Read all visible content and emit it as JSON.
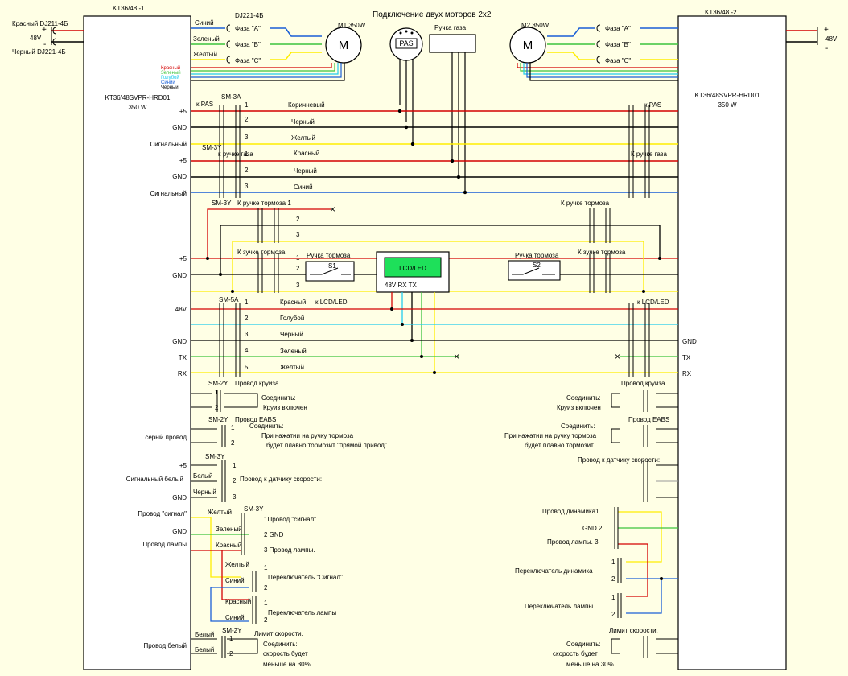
{
  "title": "Подключение двух моторов  2х2",
  "colors": {
    "background": "#ffffe5",
    "red": "#d40000",
    "blue": "#1a5fd6",
    "green": "#3cc43c",
    "yellow": "#ffee00",
    "black": "#000000",
    "cyan": "#22ccee",
    "brown": "#7a3b10",
    "lcd": "#1ee05a",
    "gray": "#999999"
  },
  "controller1": {
    "tag": "KT36/48 -1",
    "model": "KT36/48SVPR-HRD01",
    "power": "350 W"
  },
  "controller2": {
    "tag": "KT36/48 -2",
    "model": "KT36/48SVPR-HRD01",
    "power": "350 W"
  },
  "battery1": {
    "plus_label": "Красный DJ211-4Б",
    "volt": "48V",
    "minus_label": "Черный DJ221-4Б",
    "plus": "+",
    "minus": "-"
  },
  "battery2": {
    "plus": "+",
    "volt": "48V",
    "minus": "-"
  },
  "motor1": {
    "label": "M1  350W",
    "symbol": "M",
    "connector": "DJ221-4Б",
    "wires": [
      "Синий",
      "Зеленый",
      "Желтый"
    ],
    "phases": [
      "Фаза \"А\"",
      "Фаза \"В\"",
      "Фаза \"С\""
    ],
    "sensor_legend": [
      "Красный",
      "Зеленый",
      "Голубой",
      "Синий",
      "Черный"
    ]
  },
  "motor2": {
    "label": "M2   350W",
    "symbol": "M",
    "phases": [
      "Фаза \"А\"",
      "Фаза \"В\"",
      "Фаза \"С\""
    ]
  },
  "pas": {
    "label": "PAS"
  },
  "throttle": {
    "label": "Ручка  газа"
  },
  "lcd": {
    "label": "LCD/LED",
    "pins": "48V       RX  TX"
  },
  "left_pins": {
    "p5a": "+5",
    "gnd1": "GND",
    "sig1": "Сигнальный",
    "p5b": "+5",
    "gnd2": "GND",
    "sig2": "Сигнальный",
    "p5c": "+5",
    "gnd3": "GND",
    "v48": "48V",
    "gnd4": "GND",
    "tx": "TX",
    "rx": "RX",
    "gray": "серый провод",
    "p5d": "+5",
    "sig_white": "Сигнальный  белый",
    "gnd5": "GND",
    "horn": "Провод \"сигнал\"",
    "gnd6": "GND",
    "lamp": "Провод лампы",
    "white": "Провод белый"
  },
  "right_pins": {
    "gnd": "GND",
    "tx": "TX",
    "rx": "RX"
  },
  "connectors": {
    "sm3a": "SM-3A",
    "sm3y_a": "SM-3Y",
    "sm3y_b": "SM-3Y",
    "sm5a": "SM-5A",
    "sm2y_a": "SM-2Y",
    "sm2y_b": "SM-2Y",
    "sm3y_c": "SM-3Y",
    "sm3y_d": "SM-3Y",
    "sm2y_c": "SM-2Y"
  },
  "pas_group": {
    "left_title": "к PAS",
    "right_title": "к PAS",
    "n1": "1",
    "n2": "2",
    "n3": "3",
    "w1": "Коричневый",
    "w2": "Черный",
    "w3": "Желтый"
  },
  "throttle_group": {
    "left_title": "к ручке газа",
    "right_title": "К ручке газа",
    "n1": "1",
    "n2": "2",
    "n3": "3",
    "w1": "Красный",
    "w2": "Черный",
    "w3": "Синий"
  },
  "brake1": {
    "left_title": "К ручке тормоза 1",
    "right_title": "К ручке тормоза",
    "n2": "2",
    "n3": "3"
  },
  "brake2": {
    "left_title": "К зучке тормоза",
    "right_title": "К зучке тормоза",
    "n1": "1",
    "n2": "2",
    "n3": "3",
    "lever_left": "Ручка тормоза",
    "lever_right": "Ручка тормоза",
    "s1": "S1",
    "s2": "S2"
  },
  "lcd_group": {
    "left_title": "к LCD/LED",
    "right_title": "к LCD/LED",
    "n1": "1",
    "n2": "2",
    "n3": "3",
    "n4": "4",
    "n5": "5",
    "w1": "Красный",
    "w2": "Голубой",
    "w3": "Черный",
    "w4": "Зеленый",
    "w5": "Желтый"
  },
  "cruise": {
    "left_title": "Провод круиза",
    "right_title": "Провод круиза",
    "n1": "1",
    "n2": "2",
    "note_l1": "Соединить:",
    "note_l2": "Круиз включен",
    "note_r1": "Соединить:",
    "note_r2": "Круиз включен"
  },
  "eabs": {
    "left_title": "Провод EABS",
    "right_title": "Провод EABS",
    "n1": "1",
    "n2": "2",
    "note_l1": "Соединить:",
    "note_l2": "При нажатии на ручку тормоза",
    "note_l3": "будет плавно тормозит \"прямой привод\"",
    "note_r1": "Соединить:",
    "note_r2": "При нажатии на ручку тормоза",
    "note_r3": "будет плавно тормозит"
  },
  "speed_sensor": {
    "left_title": "Провод к датчику скорости:",
    "right_title": "Провод к датчику скорости:",
    "n1": "1",
    "n2": "2",
    "n3": "3",
    "w2": "Белый",
    "w3": "Черный"
  },
  "horn_group": {
    "w_yellow": "Желтый",
    "w_green": "Зеленый",
    "w_red": "Красный",
    "p1": "1Провод \"сигнал\"",
    "p2": "2 GND",
    "p3": "3 Провод лампы.",
    "sw_yellow": "Желтый",
    "sw_blue": "Синий",
    "sw_red": "Красный",
    "sw_blue2": "Синий",
    "switch_horn": "Переключатель \"Сигнал\"",
    "switch_lamp": "Переключатель лампы",
    "n1": "1",
    "n2": "2"
  },
  "right_horn": {
    "l1": "Провод динамика1",
    "l2": "GND  2",
    "l3": "Провод лампы.  3",
    "sw_dyn": "Переключатель динамика",
    "sw_lamp": "Переключатель лампы",
    "n1": "1",
    "n2": "2"
  },
  "speed_limit": {
    "left_title": "Лимит скорости.",
    "right_title": "Лимит скорости.",
    "w": "Белый",
    "n1": "1",
    "n2": "2",
    "note1": "Соединить:",
    "note2": "скорость будет",
    "note3": "меньше на 30%"
  }
}
